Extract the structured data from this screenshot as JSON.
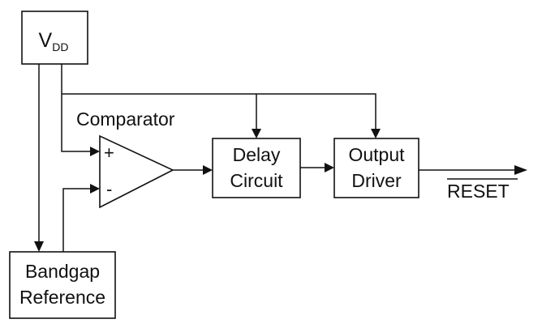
{
  "diagram": {
    "vdd": {
      "main": "V",
      "sub": "DD"
    },
    "comparator": {
      "label": "Comparator",
      "plus": "+",
      "minus": "-"
    },
    "delay": {
      "line1": "Delay",
      "line2": "Circuit"
    },
    "driver": {
      "line1": "Output",
      "line2": "Driver"
    },
    "bandgap": {
      "line1": "Bandgap",
      "line2": "Reference"
    },
    "output": {
      "label": "RESET",
      "overbar": true
    }
  }
}
